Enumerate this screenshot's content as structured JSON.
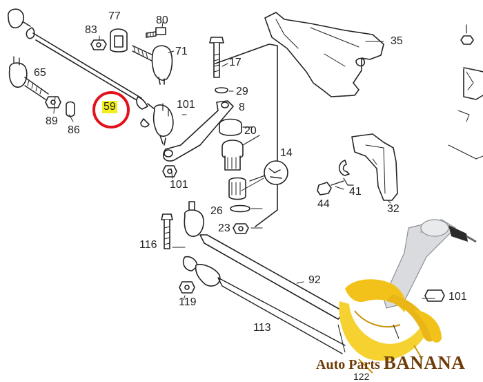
{
  "callouts": {
    "c59": "59",
    "c77": "77",
    "c80": "80",
    "c83": "83",
    "c71": "71",
    "c65": "65",
    "c89": "89",
    "c86": "86",
    "c17": "17",
    "c29": "29",
    "c8": "8",
    "c101a": "101",
    "c20": "20",
    "c101b": "101",
    "c14": "14",
    "c26": "26",
    "c23": "23",
    "c35": "35",
    "c41": "41",
    "c44": "44",
    "c32": "32",
    "c116": "116",
    "c119": "119",
    "c92": "92",
    "c113": "113",
    "c101c": "101",
    "c122": "122"
  },
  "highlight": {
    "part_number": "59",
    "circle_color": "#e3111b",
    "label_bg": "#f4ee1c"
  },
  "watermark": {
    "prefix": "Auto Parts ",
    "name": "BANANA",
    "color": "#6e3d07",
    "banana_color": "#f2c21b"
  }
}
